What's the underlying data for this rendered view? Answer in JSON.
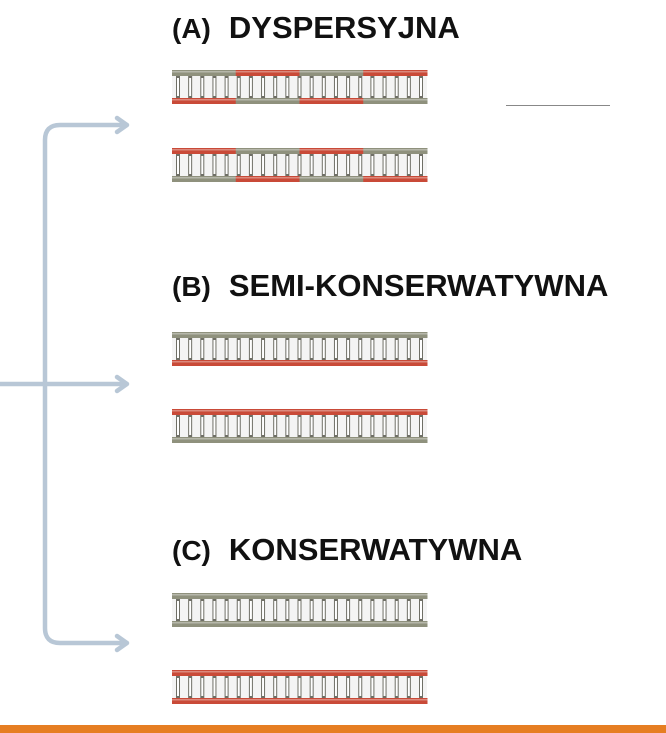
{
  "colors": {
    "old_strand": "#c94a38",
    "new_strand": "#8f917d",
    "rung": "#ffffff",
    "bracket": "#b8c7d6",
    "bottom_bar": "#e67e22"
  },
  "models": [
    {
      "key": "A",
      "letter": "(A)",
      "name": "DYSPERSYJNA",
      "molecules": [
        {
          "top": [
            "new",
            "old",
            "new",
            "old"
          ],
          "bottom": [
            "old",
            "new",
            "old",
            "new"
          ]
        },
        {
          "top": [
            "old",
            "new",
            "old",
            "new"
          ],
          "bottom": [
            "new",
            "old",
            "new",
            "old"
          ]
        }
      ]
    },
    {
      "key": "B",
      "letter": "(B)",
      "name": "SEMI-KONSERWATYWNA",
      "molecules": [
        {
          "top": [
            "new"
          ],
          "bottom": [
            "old"
          ]
        },
        {
          "top": [
            "old"
          ],
          "bottom": [
            "new"
          ]
        }
      ]
    },
    {
      "key": "C",
      "letter": "(C)",
      "name": "KONSERWATYWNA",
      "molecules": [
        {
          "top": [
            "new"
          ],
          "bottom": [
            "new"
          ]
        },
        {
          "top": [
            "old"
          ],
          "bottom": [
            "old"
          ]
        }
      ]
    }
  ]
}
